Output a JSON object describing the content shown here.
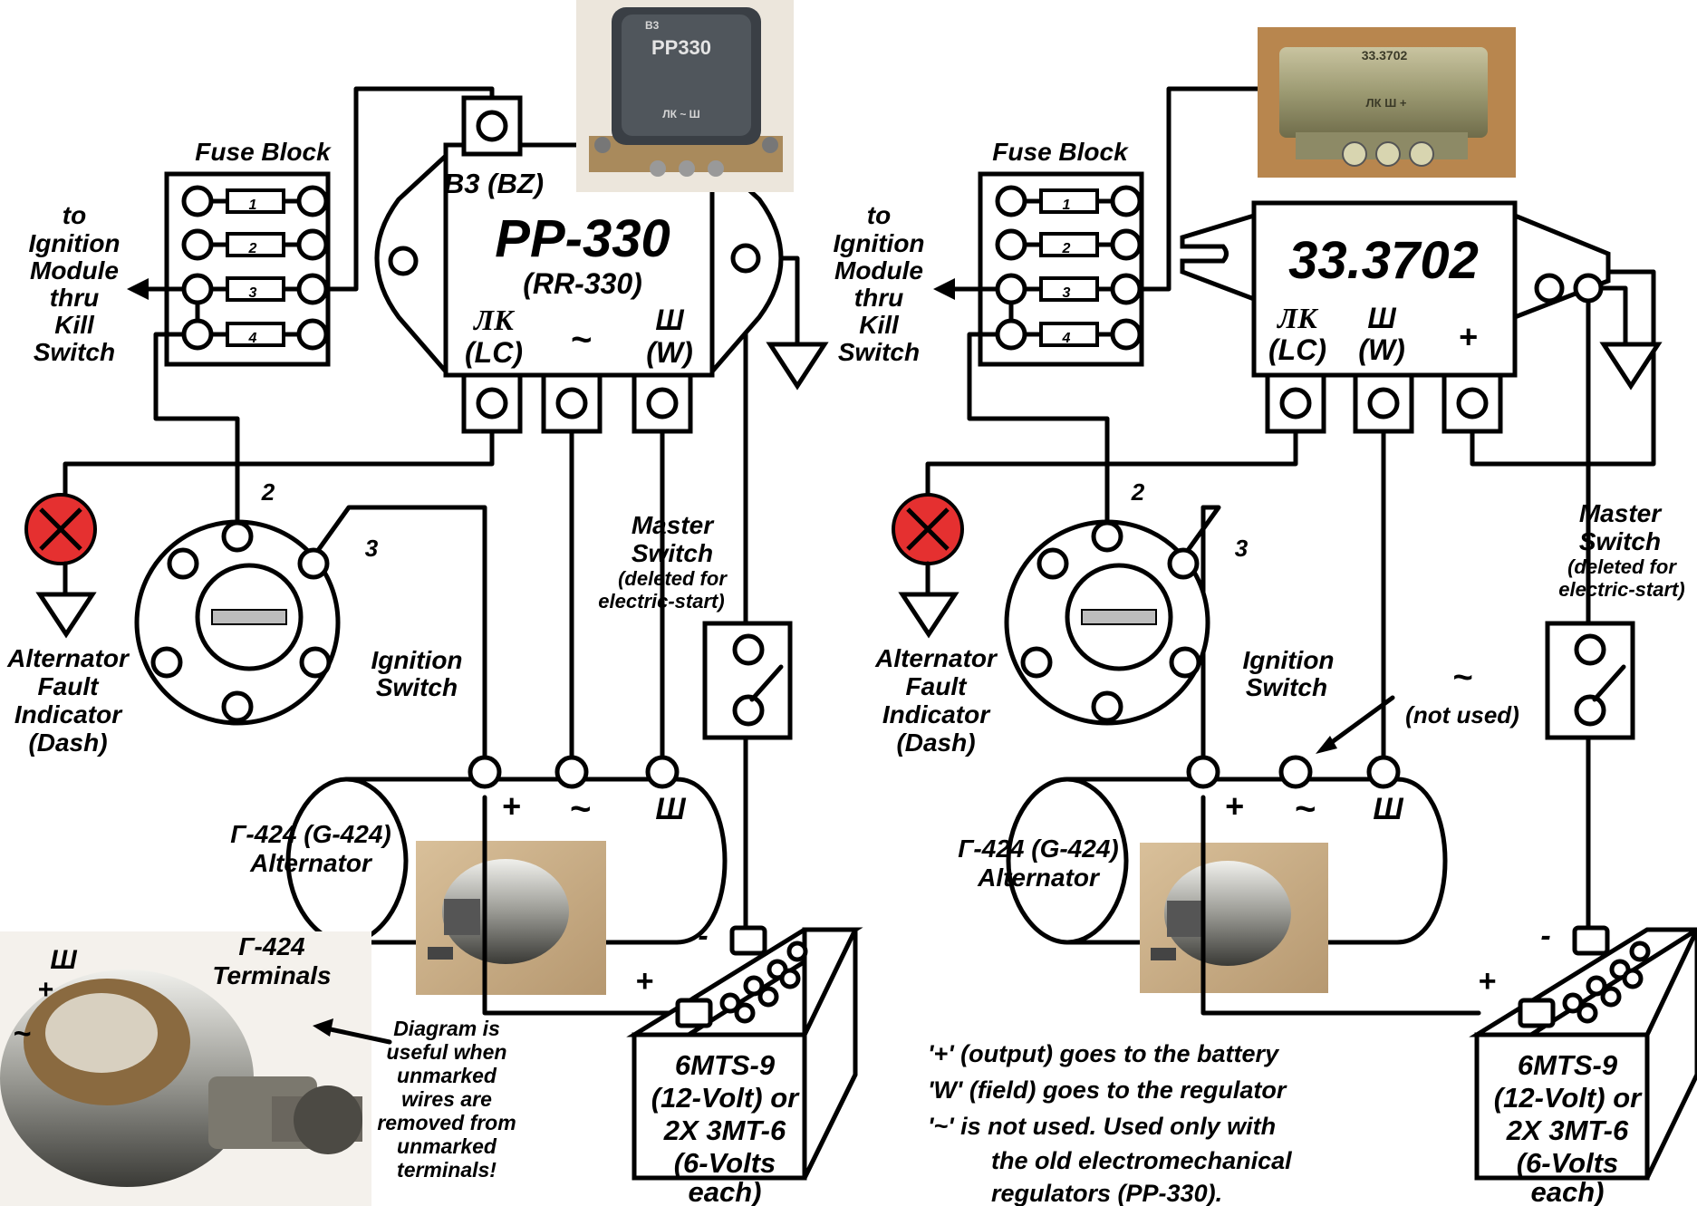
{
  "left": {
    "fuse_block": {
      "title": "Fuse Block",
      "fuses": [
        "1",
        "2",
        "3",
        "4"
      ]
    },
    "ignition_arrow_label": [
      "to",
      "Ignition",
      "Module",
      "thru",
      "Kill",
      "Switch"
    ],
    "regulator": {
      "top_label": "B3 (BZ)",
      "name": "PP-330",
      "subname": "(RR-330)",
      "terminals": [
        {
          "top": "ЛК",
          "bottom": "(LC)"
        },
        {
          "top": "~",
          "bottom": ""
        },
        {
          "top": "Ш",
          "bottom": "(W)"
        }
      ],
      "photo_marks": {
        "line1": "B3",
        "line2": "PP330",
        "line3": "ЛК ~ Ш"
      }
    },
    "ignition_switch": {
      "label": [
        "Ignition",
        "Switch"
      ],
      "pin2": "2",
      "pin3": "3"
    },
    "fault_indicator": {
      "label": [
        "Alternator",
        "Fault",
        "Indicator",
        "(Dash)"
      ]
    },
    "master_switch": {
      "label": [
        "Master",
        "Switch"
      ],
      "note": [
        "(deleted for",
        "electric-start)"
      ]
    },
    "alternator": {
      "label": [
        "Г-424 (G-424)",
        "Alternator"
      ],
      "terminals": [
        "+",
        "~",
        "Ш"
      ]
    },
    "battery": {
      "minus": "-",
      "plus": "+",
      "label": [
        "6MTS-9",
        "(12-Volt) or",
        "2X 3MT-6",
        "(6-Volts",
        "each)"
      ]
    },
    "terminal_photo": {
      "title": [
        "Г-424",
        "Terminals"
      ],
      "marks": [
        "Ш",
        "+",
        "~"
      ],
      "note": [
        "Diagram is",
        "useful when",
        "unmarked",
        "wires are",
        "removed from",
        "unmarked",
        "terminals!"
      ]
    }
  },
  "right": {
    "fuse_block": {
      "title": "Fuse Block",
      "fuses": [
        "1",
        "2",
        "3",
        "4"
      ]
    },
    "ignition_arrow_label": [
      "to",
      "Ignition",
      "Module",
      "thru",
      "Kill",
      "Switch"
    ],
    "regulator": {
      "name": "33.3702",
      "terminals": [
        {
          "top": "ЛК",
          "bottom": "(LC)"
        },
        {
          "top": "Ш",
          "bottom": "(W)"
        },
        {
          "top": "+",
          "bottom": ""
        }
      ],
      "photo_marks": {
        "line1": "33.3702",
        "line2": "ЛК Ш +"
      }
    },
    "ignition_switch": {
      "label": [
        "Ignition",
        "Switch"
      ],
      "pin2": "2",
      "pin3": "3"
    },
    "fault_indicator": {
      "label": [
        "Alternator",
        "Fault",
        "Indicator",
        "(Dash)"
      ]
    },
    "master_switch": {
      "label": [
        "Master",
        "Switch"
      ],
      "note": [
        "(deleted for",
        "electric-start)"
      ]
    },
    "not_used": {
      "symbol": "~",
      "text": "(not used)"
    },
    "alternator": {
      "label": [
        "Г-424 (G-424)",
        "Alternator"
      ],
      "terminals": [
        "+",
        "~",
        "Ш"
      ]
    },
    "battery": {
      "minus": "-",
      "plus": "+",
      "label": [
        "6MTS-9",
        "(12-Volt) or",
        "2X 3MT-6",
        "(6-Volts",
        "each)"
      ]
    },
    "notes": [
      "'+' (output) goes to the battery",
      "'W' (field) goes to the regulator",
      "'~' is not used. Used only with",
      "the old electromechanical",
      "regulators (PP-330)."
    ]
  },
  "colors": {
    "indicator": "#e53030",
    "line": "#000000",
    "photo_bg": "#d8b896"
  }
}
